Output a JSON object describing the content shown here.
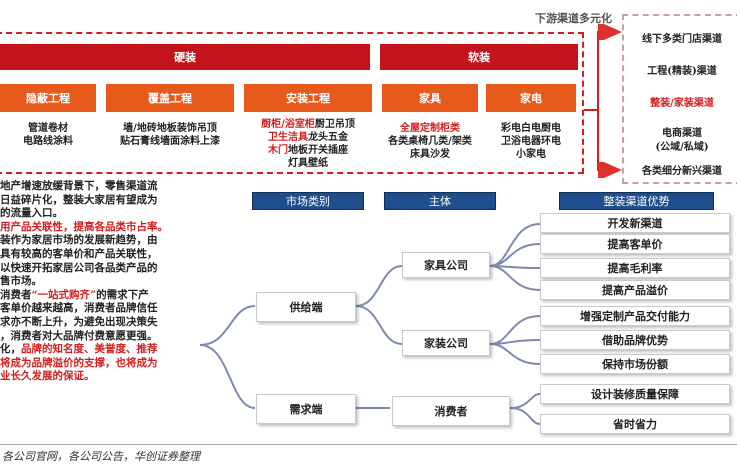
{
  "top_label": "下游渠道多元化",
  "hard": {
    "label": "硬装",
    "subs": [
      {
        "label": "隐蔽工程",
        "desc": [
          "管道卷材",
          "电路线涂料"
        ]
      },
      {
        "label": "覆盖工程",
        "desc": [
          "墙/地砖地板装饰吊顶",
          "贴石膏线墙面涂料上漆"
        ]
      },
      {
        "label": "安装工程",
        "desc_red": [
          "厨柜/浴室柜",
          "卫生洁具",
          "木门"
        ],
        "desc": [
          "厨卫吊顶",
          "龙头五金",
          "地板开关插座",
          "灯具壁纸"
        ]
      }
    ]
  },
  "soft": {
    "label": "软装",
    "subs": [
      {
        "label": "家具",
        "desc_red": "全屋定制柜类",
        "desc": [
          "各类桌椅几类/架类",
          "床具沙发"
        ]
      },
      {
        "label": "家电",
        "desc": [
          "彩电白电厨电",
          "卫浴电器环电",
          "小家电"
        ]
      }
    ]
  },
  "channels": [
    "线下多类门店渠道",
    "工程(精装)渠道",
    "整装/家装渠道",
    "电商渠道",
    "(公域/私域)",
    "各类细分新兴渠道"
  ],
  "left_text": {
    "line1": "地产增速放缓背景下，零售渠道流",
    "line2": "日益碎片化，整装大家居有望成为",
    "line3": "的流量入口。",
    "red1": "用产品关联性，提高各品类市占率。",
    "line5": "装作为家居市场的发展新趋势，由",
    "line6": "具有较高的客单价和产品关联性，",
    "line7": "以快速开拓家居公司各品类产品的",
    "line8": "售市场。",
    "line9a": "消费者",
    "red2": "“一站式购齐”",
    "line9b": "的需求下产",
    "line10": "客单价越来越高，消费者品牌信任",
    "line11": "求亦不断上升，为避免出现决策失",
    "line12": "，消费者对大品牌付费意愿更强。",
    "line13a": "化，",
    "red3": "品牌的知名度、美誉度、推荐",
    "red4": "将成为品牌溢价的支撑，也将成为",
    "red5": "业长久发展的保证。"
  },
  "headers": {
    "market": "市场类别",
    "subject": "主体",
    "advantage": "整装渠道优势"
  },
  "nodes": {
    "supply": "供给端",
    "demand": "需求端",
    "furniture_co": "家具公司",
    "decor_co": "家装公司",
    "consumer": "消费者"
  },
  "advantages": {
    "furniture": [
      "开发新渠道",
      "提高客单价",
      "提高毛利率",
      "提高产品溢价"
    ],
    "decor": [
      "增强定制产品交付能力",
      "借助品牌优势",
      "保持市场份额"
    ],
    "consumer": [
      "设计装修质量保障",
      "省时省力"
    ]
  },
  "source": "各公司官网，各公司公告，华创证券整理"
}
